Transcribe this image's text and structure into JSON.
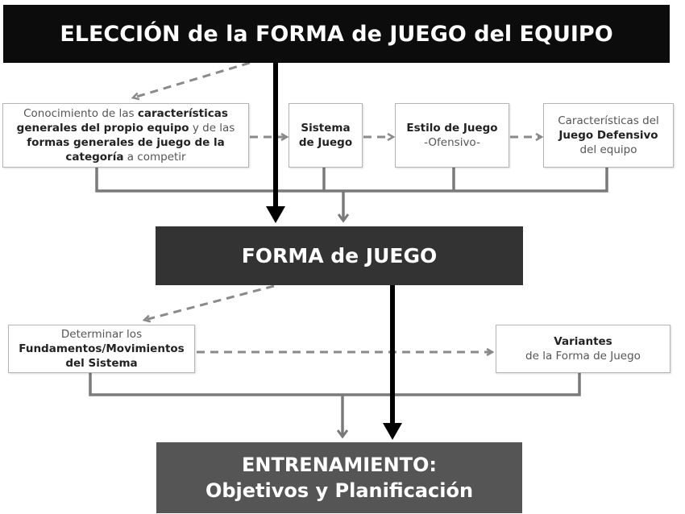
{
  "title": "ELECCIÓN de la FORMA de JUEGO del EQUIPO",
  "forma": "FORMA de JUEGO",
  "entrenamiento": {
    "line1": "ENTRENAMIENTO:",
    "line2": "Objetivos y Planificación"
  },
  "conocimiento": {
    "t1": "Conocimiento de las ",
    "b1": "características generales del propio equipo",
    "t2": " y de las ",
    "b2": "formas generales de juego de la categoría",
    "t3": " a competir"
  },
  "sistema": {
    "line1": "Sistema",
    "line2": "de Juego"
  },
  "estilo": {
    "line1": "Estilo de Juego",
    "line2": "-Ofensivo-"
  },
  "defensivo": {
    "line1": "Características del",
    "bold": "Juego Defensivo",
    "line3": "del equipo"
  },
  "fundamentos": {
    "line1": "Determinar los",
    "bold1": "Fundamentos/Movimientos",
    "bold2": "del Sistema"
  },
  "variantes": {
    "bold": "Variantes",
    "line2": "de la Forma de Juego"
  },
  "colors": {
    "dashed": "#8a8a8a",
    "solid_gray": "#7a7a7a",
    "black": "#000000"
  }
}
